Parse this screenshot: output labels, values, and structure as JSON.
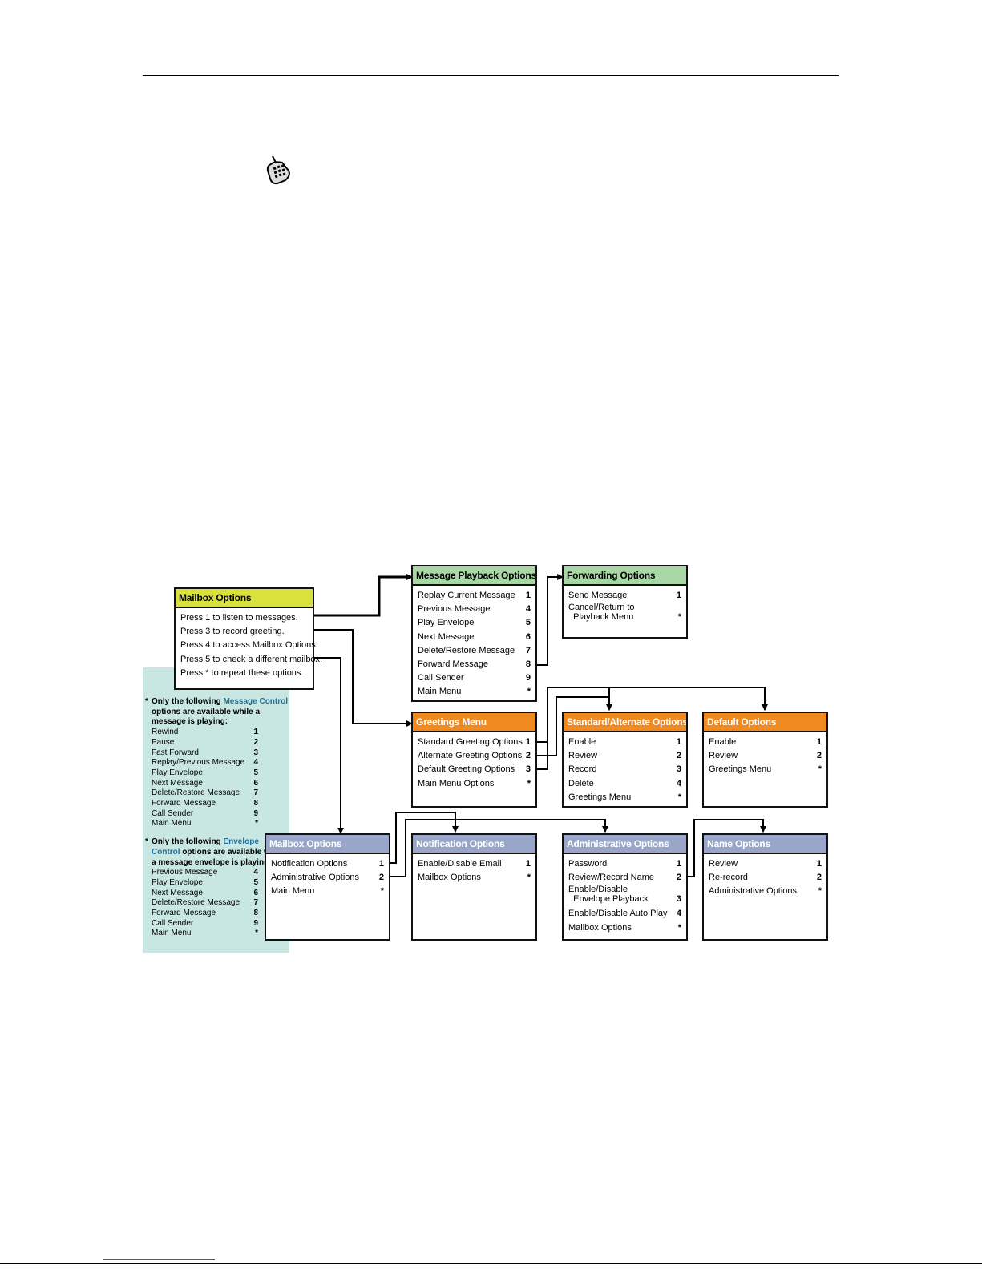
{
  "page": {
    "background": "#ffffff"
  },
  "colors": {
    "green": "#a9d8a6",
    "orange": "#f0891f",
    "blue": "#9aa6c9",
    "lime": "#d9e23c",
    "note_bg": "#c9e7e2",
    "note_highlight": "#1d6fa0"
  },
  "icons": {
    "phone": "cell-phone-icon"
  },
  "mailbox_main": {
    "title": "Mailbox Options",
    "lines": [
      "Press 1 to listen to messages.",
      "Press 3 to record greeting.",
      "Press 4 to access Mailbox Options.",
      "Press 5 to check a different mailbox.",
      "Press * to repeat these options."
    ]
  },
  "message_playback": {
    "title": "Message Playback Options",
    "items": [
      {
        "label": "Replay Current Message",
        "key": "1"
      },
      {
        "label": "Previous Message",
        "key": "4"
      },
      {
        "label": "Play Envelope",
        "key": "5"
      },
      {
        "label": "Next Message",
        "key": "6"
      },
      {
        "label": "Delete/Restore Message",
        "key": "7"
      },
      {
        "label": "Forward Message",
        "key": "8"
      },
      {
        "label": "Call Sender",
        "key": "9"
      },
      {
        "label": "Main Menu",
        "key": "*"
      }
    ]
  },
  "forwarding": {
    "title": "Forwarding Options",
    "items": [
      {
        "label": "Send Message",
        "key": "1"
      },
      {
        "label": "Cancel/Return to\n  Playback Menu",
        "key": "*"
      }
    ]
  },
  "greetings": {
    "title": "Greetings Menu",
    "items": [
      {
        "label": "Standard Greeting Options",
        "key": "1"
      },
      {
        "label": "Alternate Greeting Options",
        "key": "2"
      },
      {
        "label": "Default Greeting Options",
        "key": "3"
      },
      {
        "label": "Main Menu Options",
        "key": "*"
      }
    ]
  },
  "standard_alternate": {
    "title": "Standard/Alternate Options",
    "items": [
      {
        "label": "Enable",
        "key": "1"
      },
      {
        "label": "Review",
        "key": "2"
      },
      {
        "label": "Record",
        "key": "3"
      },
      {
        "label": "Delete",
        "key": "4"
      },
      {
        "label": "Greetings Menu",
        "key": "*"
      }
    ]
  },
  "default_options": {
    "title": "Default Options",
    "items": [
      {
        "label": "Enable",
        "key": "1"
      },
      {
        "label": "Review",
        "key": "2"
      },
      {
        "label": "Greetings Menu",
        "key": "*"
      }
    ]
  },
  "mailbox_sub": {
    "title": "Mailbox Options",
    "items": [
      {
        "label": "Notification Options",
        "key": "1"
      },
      {
        "label": "Administrative Options",
        "key": "2"
      },
      {
        "label": "Main Menu",
        "key": "*"
      }
    ]
  },
  "notification": {
    "title": "Notification Options",
    "items": [
      {
        "label": "Enable/Disable Email",
        "key": "1"
      },
      {
        "label": "Mailbox Options",
        "key": "*"
      }
    ]
  },
  "administrative": {
    "title": "Administrative Options",
    "items": [
      {
        "label": "Password",
        "key": "1"
      },
      {
        "label": "Review/Record Name",
        "key": "2"
      },
      {
        "label": "Enable/Disable\n  Envelope Playback",
        "key": "3"
      },
      {
        "label": "Enable/Disable Auto Play",
        "key": "4"
      },
      {
        "label": "Mailbox Options",
        "key": "*"
      }
    ]
  },
  "name_options": {
    "title": "Name Options",
    "items": [
      {
        "label": "Review",
        "key": "1"
      },
      {
        "label": "Re-record",
        "key": "2"
      },
      {
        "label": "Administrative Options",
        "key": "*"
      }
    ]
  },
  "note_message": {
    "star": "*",
    "pre": "Only the following ",
    "highlight": "Message Control",
    "post": " options are available while a message is playing:",
    "items": [
      {
        "label": "Rewind",
        "key": "1"
      },
      {
        "label": "Pause",
        "key": "2"
      },
      {
        "label": "Fast Forward",
        "key": "3"
      },
      {
        "label": "Replay/Previous Message",
        "key": "4"
      },
      {
        "label": "Play Envelope",
        "key": "5"
      },
      {
        "label": "Next Message",
        "key": "6"
      },
      {
        "label": "Delete/Restore Message",
        "key": "7"
      },
      {
        "label": "Forward Message",
        "key": "8"
      },
      {
        "label": "Call Sender",
        "key": "9"
      },
      {
        "label": "Main Menu",
        "key": "*"
      }
    ]
  },
  "note_envelope": {
    "star": "*",
    "pre": "Only the following ",
    "highlight": "Envelope Control",
    "post": " options are available while a message envelope is playing:",
    "items": [
      {
        "label": "Previous Message",
        "key": "4"
      },
      {
        "label": "Play Envelope",
        "key": "5"
      },
      {
        "label": "Next Message",
        "key": "6"
      },
      {
        "label": "Delete/Restore Message",
        "key": "7"
      },
      {
        "label": "Forward Message",
        "key": "8"
      },
      {
        "label": "Call Sender",
        "key": "9"
      },
      {
        "label": "Main Menu",
        "key": "*"
      }
    ]
  }
}
